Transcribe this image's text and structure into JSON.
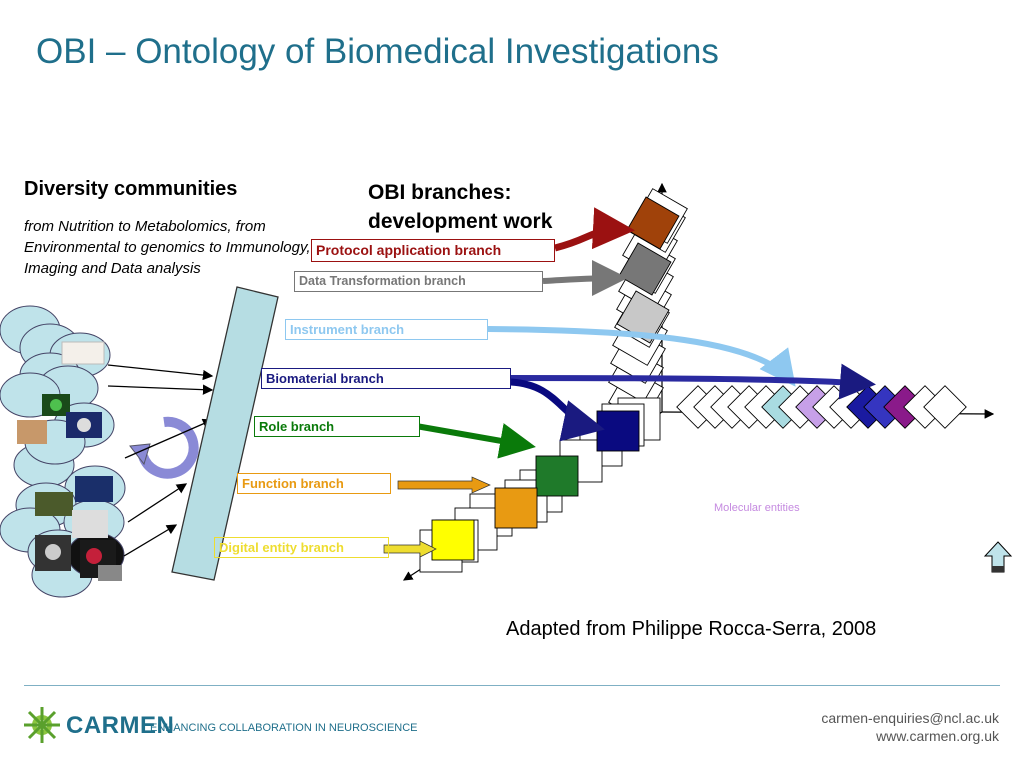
{
  "slide": {
    "title": "OBI – Ontology of Biomedical Investigations",
    "diversity_heading": "Diversity communities",
    "diversity_subtext": "from Nutrition to Metabolomics, from Environmental to genomics to Immunology, Imaging and Data analysis",
    "obi_heading_line1": "OBI branches:",
    "obi_heading_line2": "development work",
    "credit": "Adapted from Philippe Rocca-Serra, 2008",
    "molecular_label": "Molecular entities"
  },
  "branches": [
    {
      "label": "Protocol application branch",
      "color": "#9b1111"
    },
    {
      "label": "Data Transformation branch",
      "color": "#777777"
    },
    {
      "label": "Instrument branch",
      "color": "#8ec8f0"
    },
    {
      "label": "Biomaterial branch",
      "color": "#1a1a80"
    },
    {
      "label": "Role branch",
      "color": "#0a7a0a"
    },
    {
      "label": "Function branch",
      "color": "#e8960c"
    },
    {
      "label": "Digital entity branch",
      "color": "#ffee00"
    }
  ],
  "footer": {
    "brand": "CARMEN",
    "tagline": "ENHANCING COLLABORATION IN NEUROSCIENCE",
    "email": "carmen-enquiries@ncl.ac.uk",
    "website": "www.carmen.org.uk"
  },
  "colors": {
    "title": "#1f6f8b",
    "bar_fill": "#b6dde3",
    "bubble_fill": "#bfe3ea",
    "molecular_label": "#c58ae0"
  }
}
